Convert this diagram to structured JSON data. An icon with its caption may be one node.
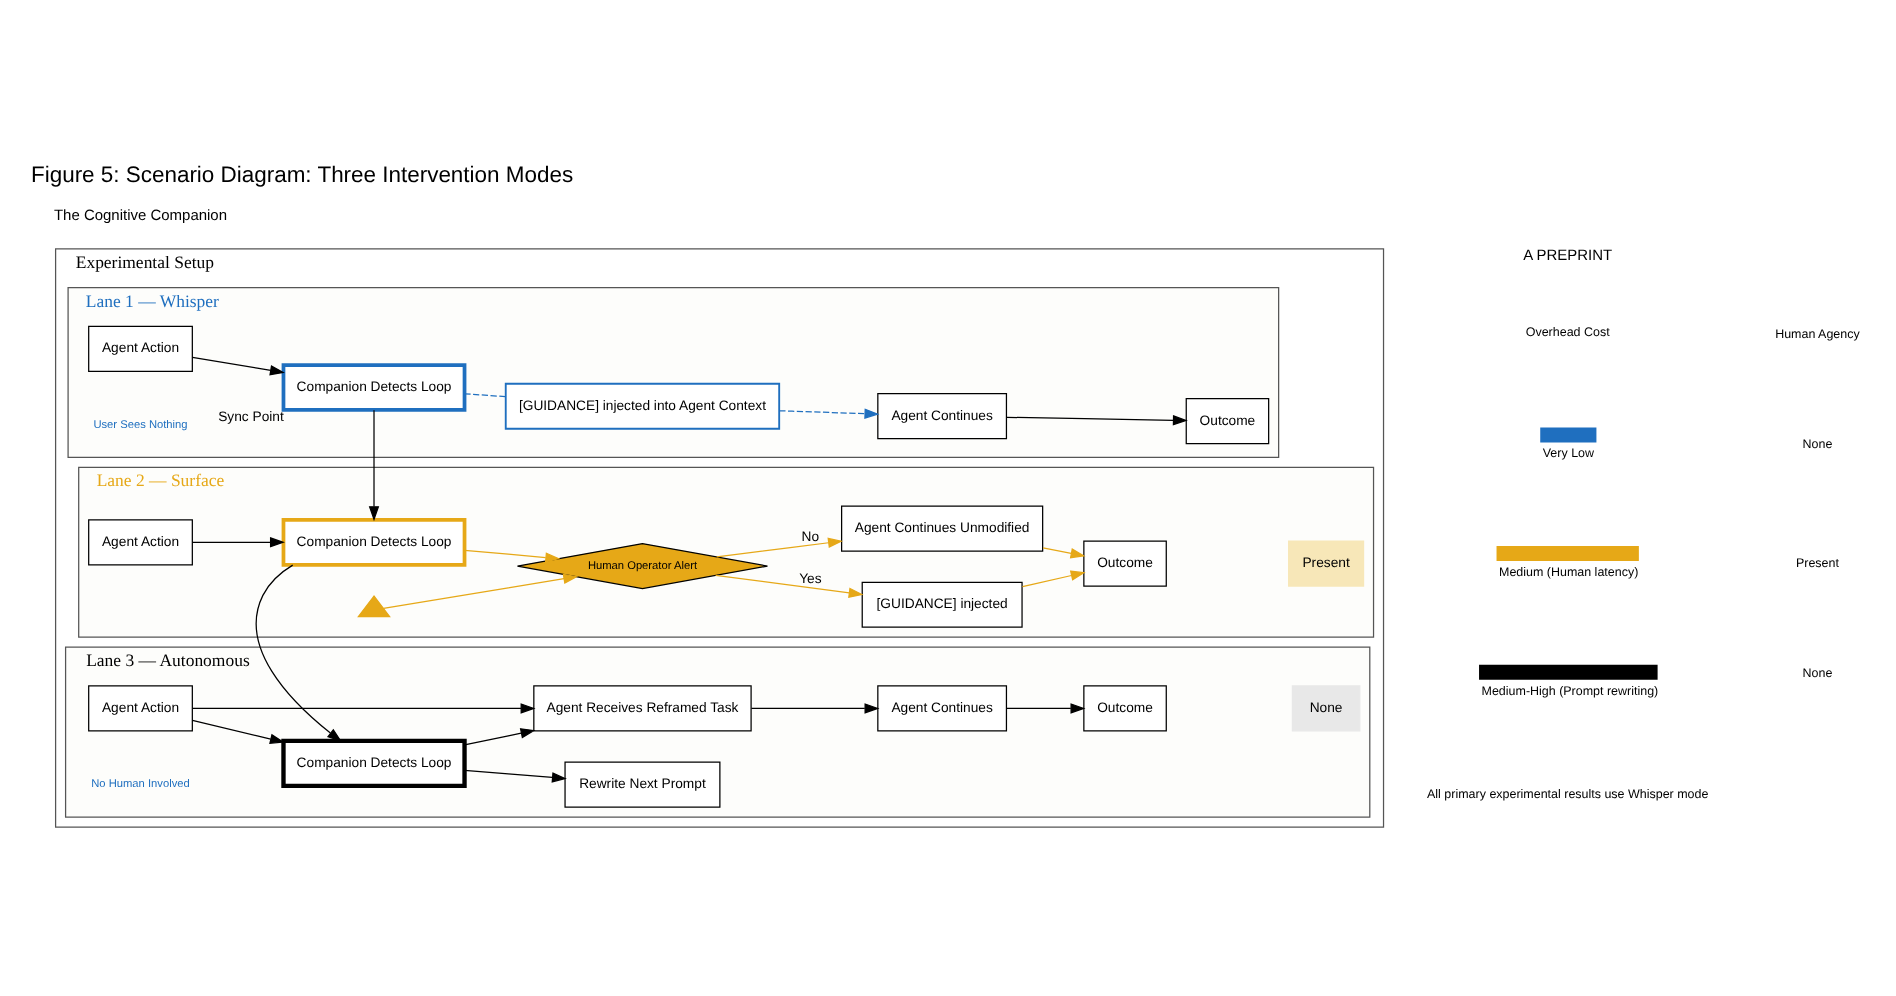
{
  "diagram": {
    "title": "Figure 5: Scenario Diagram: Three Intervention Modes",
    "nodes": [
      {
        "text": [
          "Experimental Setup"
        ]
      },
      {
        "text": [
          "Lane 1 — Whisper"
        ],
        "in": 0
      },
      {
        "text": [
          "Agent Action"
        ],
        "in": 1
      },
      {
        "text": [
          "Companion Detects Loop"
        ],
        "beside": [
          "Sync Point"
        ],
        "in": 1
      },
      {
        "text": [
          "[GUIDANCE] injected into Agent Context"
        ],
        "in": 1
      },
      {
        "text": [
          "Agent Continues"
        ],
        "in": 1
      },
      {
        "text": [
          "Outcome"
        ],
        "in": 1
      },
      {
        "text": [
          "Lane 2 — Surface"
        ],
        "in": 0
      },
      {
        "text": [
          "Agent Action"
        ],
        "in": 7
      },
      {
        "text": [
          "Companion Detects Loop"
        ],
        "in": 7
      },
      {
        "text": [],
        "shape": "triangle",
        "in": 7
      },
      {
        "text": [
          "Human Operator Alert"
        ],
        "in": 7
      },
      {
        "text": [
          "[GUIDANCE] injected"
        ],
        "in": 7
      },
      {
        "text": [
          "Agent Continues Unmodified"
        ],
        "in": 7
      },
      {
        "text": [
          "Outcome"
        ],
        "in": 7
      },
      {
        "text": [
          "Present"
        ],
        "in": 7
      },
      {
        "text": [
          "Lane 3 — Autonomous"
        ],
        "in": 0
      },
      {
        "text": [
          "Agent Action"
        ],
        "in": 16
      },
      {
        "text": [
          "Companion Detects Loop"
        ],
        "in": 16
      },
      {
        "text": [
          "Rewrite Next Prompt"
        ],
        "in": 16
      },
      {
        "text": [
          "Agent Receives Reframed Task"
        ],
        "in": 16
      },
      {
        "text": [
          "Agent Continues"
        ],
        "in": 16
      },
      {
        "text": [
          "Outcome"
        ],
        "in": 16
      },
      {
        "text": [
          "None"
        ],
        "in": 16
      }
    ],
    "edges": [
      {
        "from": 2,
        "to": 3,
        "arrow": "to"
      },
      {
        "from": 3,
        "to": 4,
        "arrow": "none",
        "style": "dashed",
        "color": "#1f6fbf"
      },
      {
        "from": 4,
        "to": 5,
        "arrow": "to",
        "style": "dashed",
        "color": "#1f6fbf"
      },
      {
        "from": 5,
        "to": 6,
        "arrow": "to"
      },
      {
        "from": 3,
        "to": 9,
        "arrow": "to"
      },
      {
        "from": 8,
        "to": 9,
        "arrow": "to"
      },
      {
        "from": 9,
        "to": 11,
        "arrow": "to",
        "color": "#e6a817"
      },
      {
        "from": 10,
        "to": 11,
        "arrow": "to",
        "color": "#e6a817"
      },
      {
        "from": 11,
        "to": 12,
        "arrow": "to",
        "label": "Yes",
        "color": "#e6a817"
      },
      {
        "from": 11,
        "to": 13,
        "arrow": "to",
        "label": "No",
        "color": "#e6a817"
      },
      {
        "from": 12,
        "to": 14,
        "arrow": "to",
        "color": "#e6a817"
      },
      {
        "from": 13,
        "to": 14,
        "arrow": "to",
        "color": "#e6a817"
      },
      {
        "from": 9,
        "to": 18,
        "arrow": "to"
      },
      {
        "from": 17,
        "to": 18,
        "arrow": "to"
      },
      {
        "from": 18,
        "to": 19,
        "arrow": "to"
      },
      {
        "from": 18,
        "to": 20,
        "arrow": "to"
      },
      {
        "from": 17,
        "to": 20,
        "arrow": "to"
      },
      {
        "from": 20,
        "to": 21,
        "arrow": "to"
      },
      {
        "from": 21,
        "to": 22,
        "arrow": "to"
      }
    ],
    "labels": [
      "The Cognitive Companion",
      "A PREPRINT",
      "User Sees Nothing",
      "Overhead Cost",
      "Human Agency",
      "None",
      "Present",
      "None",
      "No Human Involved",
      "All primary experimental results use Whisper mode"
    ],
    "legend": [
      {
        "text": "Very Low",
        "color": "#1f6fbf"
      },
      {
        "text": "Medium (Human latency)",
        "color": "#e6a817"
      },
      {
        "text": "Medium-High (Prompt rewriting)",
        "color": "#000000"
      }
    ]
  }
}
